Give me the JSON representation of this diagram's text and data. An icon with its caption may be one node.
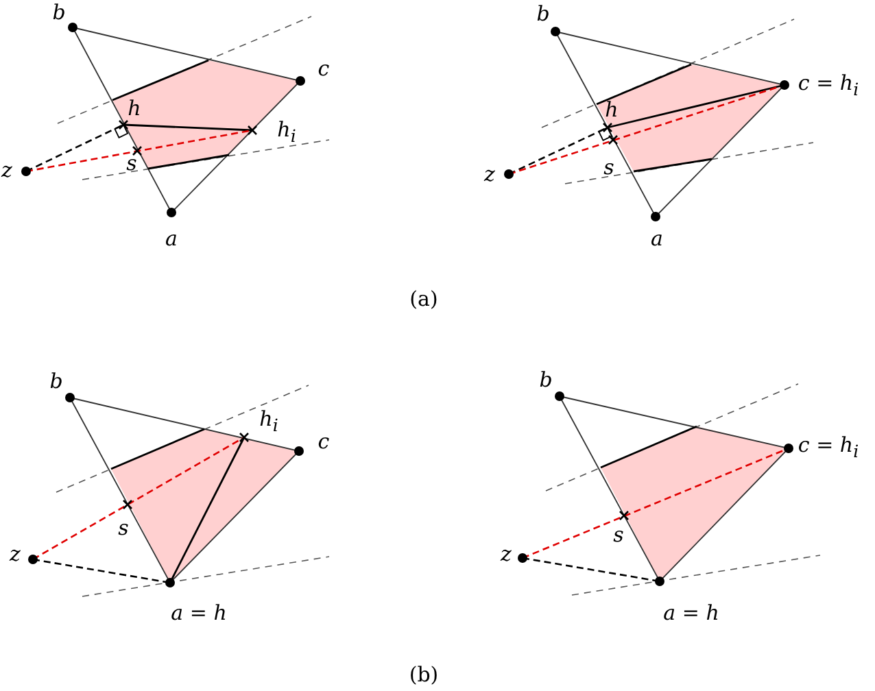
{
  "diagram": {
    "labels": [
      "b",
      "c",
      "h",
      "h$_{i}$",
      "z",
      "s",
      "a",
      "b",
      "c = h$_{i}$",
      "h",
      "z",
      "s",
      "a",
      "(a)",
      "b",
      "h$_{i}$",
      "c",
      "s",
      "z",
      "a = h",
      "b",
      "c = h$_{i}$",
      "z",
      "s",
      "a = h",
      "(b)"
    ]
  }
}
